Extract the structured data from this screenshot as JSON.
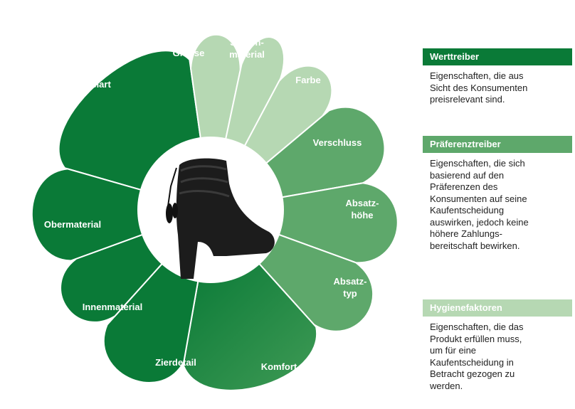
{
  "colors": {
    "werttreiber": "#0a7a37",
    "praeferenztreiber": "#5ea86b",
    "hygienefaktoren": "#b6d8b3"
  },
  "wheel": {
    "center_image": "ankle-boot-photo",
    "petals": [
      {
        "key": "stiefelart",
        "label": "Stiefelart",
        "category": "werttreiber"
      },
      {
        "key": "groesse",
        "label": "Grösse",
        "category": "hygienefaktoren"
      },
      {
        "key": "sohlenmaterial",
        "label": "Sohlen-\nmaterial",
        "category": "hygienefaktoren"
      },
      {
        "key": "farbe",
        "label": "Farbe",
        "category": "hygienefaktoren"
      },
      {
        "key": "verschluss",
        "label": "Verschluss",
        "category": "praeferenztreiber"
      },
      {
        "key": "absatzhoehe",
        "label": "Absatz-\nhöhe",
        "category": "praeferenztreiber"
      },
      {
        "key": "absatztyp",
        "label": "Absatz-\ntyp",
        "category": "praeferenztreiber"
      },
      {
        "key": "komfort",
        "label": "Komfort",
        "category": "werttreiber"
      },
      {
        "key": "zierdetail",
        "label": "Zierdetail",
        "category": "werttreiber"
      },
      {
        "key": "innenmaterial",
        "label": "Innenmaterial",
        "category": "werttreiber"
      },
      {
        "key": "obermaterial",
        "label": "Obermaterial",
        "category": "werttreiber"
      }
    ]
  },
  "legend": [
    {
      "key": "werttreiber",
      "title": "Werttreiber",
      "text": "Eigenschaften,  die aus\nSicht des Konsumenten\npreisrelevant  sind."
    },
    {
      "key": "praeferenztreiber",
      "title": "Präferenztreiber",
      "text": "Eigenschaften, die sich\nbasierend auf den\nPräferenzen des\nKonsumenten auf seine\nKaufentscheidung\nauswirken, jedoch keine\nhöhere Zahlungs-\nbereitschaft bewirken."
    },
    {
      "key": "hygienefaktoren",
      "title": "Hygienefaktoren",
      "text": "Eigenschaften, die das\nProdukt erfüllen muss,\num für eine\nKaufentscheidung in\nBetracht gezogen zu\nwerden."
    }
  ]
}
